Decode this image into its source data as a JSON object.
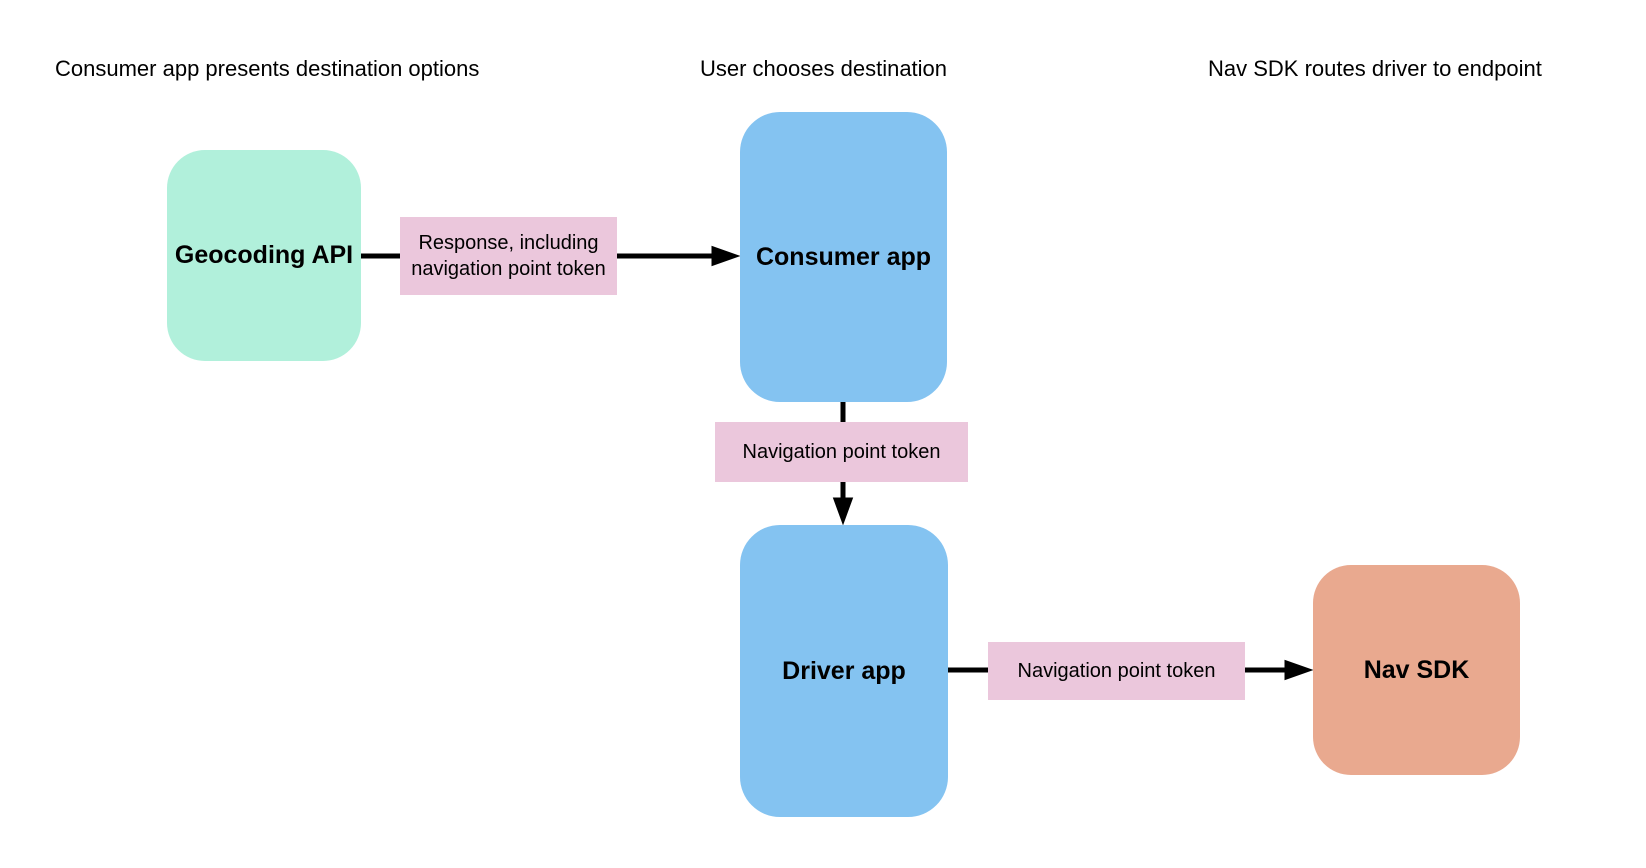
{
  "diagram": {
    "background": "#ffffff",
    "connector_color": "#000000",
    "edge_label_background": "#ebc7dc",
    "headers": [
      "Consumer app presents destination options",
      "User chooses destination",
      "Nav SDK routes driver to endpoint"
    ],
    "nodes": {
      "geocoding_api": {
        "label": "Geocoding API",
        "color": "#b1f0db"
      },
      "consumer_app": {
        "label": "Consumer app",
        "color": "#84c3f1"
      },
      "driver_app": {
        "label": "Driver app",
        "color": "#84c3f1"
      },
      "nav_sdk": {
        "label": "Nav SDK",
        "color": "#e9a98f"
      }
    },
    "edges": {
      "geocoding_to_consumer": {
        "label": "Response, including navigation point token"
      },
      "consumer_to_driver": {
        "label": "Navigation point token"
      },
      "driver_to_nav_sdk": {
        "label": "Navigation point token"
      }
    }
  }
}
